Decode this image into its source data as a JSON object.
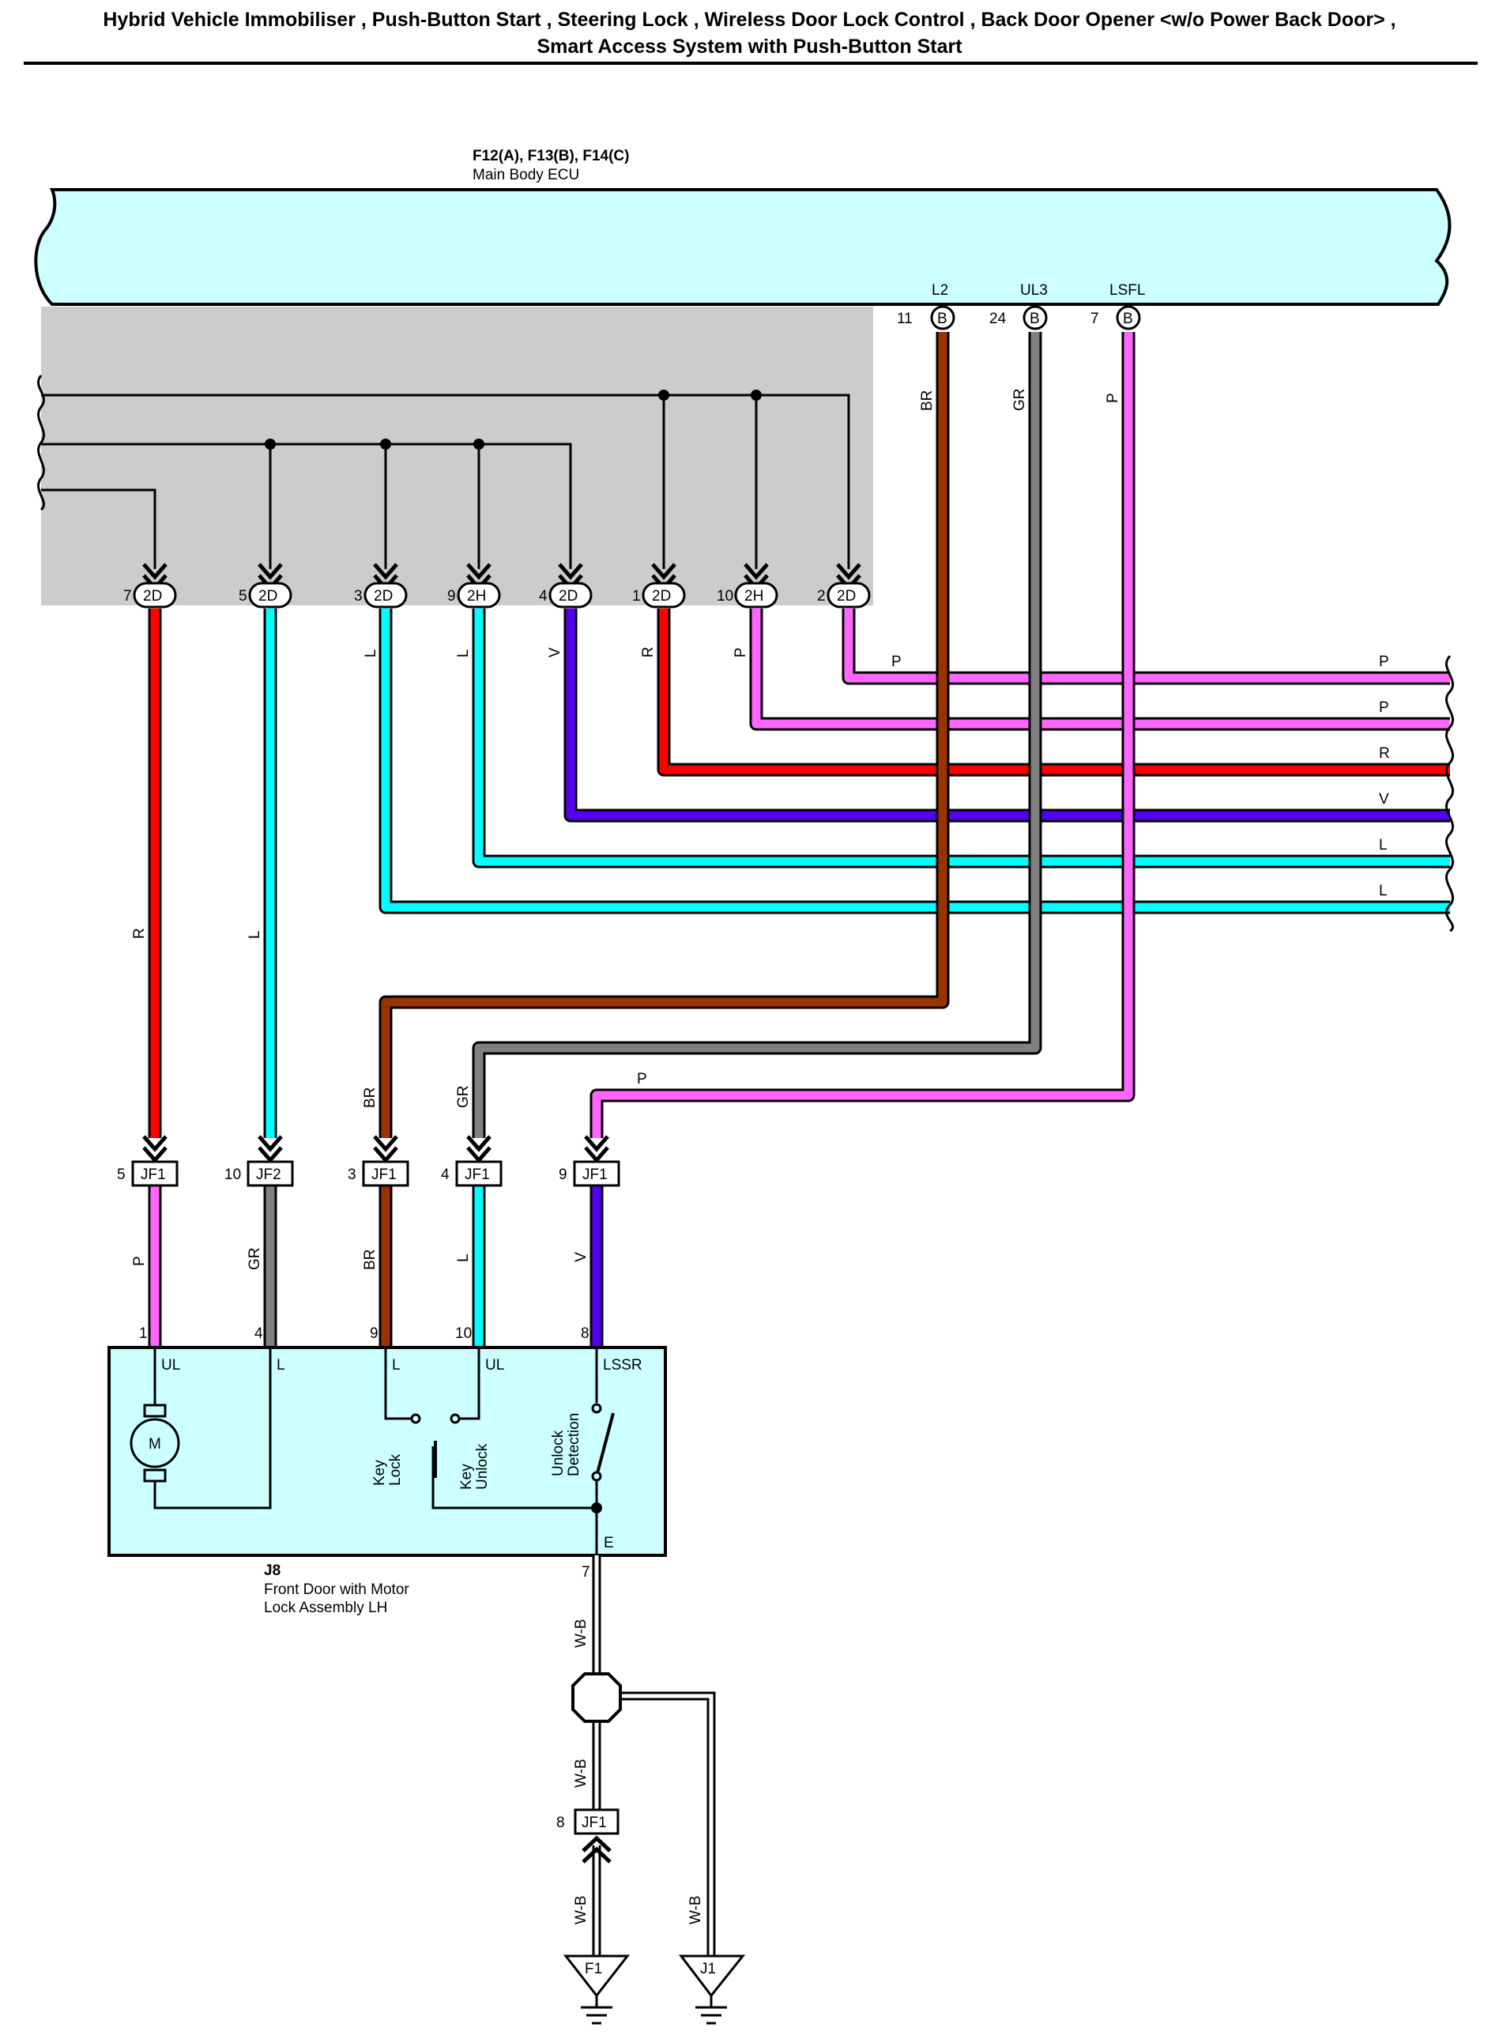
{
  "title": {
    "line1": "Hybrid Vehicle Immobiliser , Push-Button Start , Steering Lock , Wireless Door Lock Control , Back Door Opener <w/o Power Back Door> ,",
    "line2": "Smart Access System with Push-Button Start"
  },
  "ecu": {
    "connectors": "F12(A), F13(B), F14(C)",
    "name": "Main Body ECU",
    "terminals": [
      {
        "pin": "11",
        "connector": "B",
        "name": "L2"
      },
      {
        "pin": "24",
        "connector": "B",
        "name": "UL3"
      },
      {
        "pin": "7",
        "connector": "B",
        "name": "LSFL"
      }
    ]
  },
  "junction_2": [
    {
      "pin": "7",
      "connector": "2D"
    },
    {
      "pin": "5",
      "connector": "2D"
    },
    {
      "pin": "3",
      "connector": "2D"
    },
    {
      "pin": "9",
      "connector": "2H"
    },
    {
      "pin": "4",
      "connector": "2D"
    },
    {
      "pin": "1",
      "connector": "2D"
    },
    {
      "pin": "10",
      "connector": "2H"
    },
    {
      "pin": "2",
      "connector": "2D"
    }
  ],
  "wire_colors": {
    "R": "#ff0000",
    "L": "#00ffff",
    "V": "#5500ee",
    "P": "#ff66ff",
    "BR": "#993300",
    "GR": "#808080",
    "W-B": "#ffffff"
  },
  "wire_labels": {
    "r": "R",
    "l": "L",
    "v": "V",
    "p": "P",
    "br": "BR",
    "gr": "GR",
    "wb": "W-B"
  },
  "junction_jf": [
    {
      "pin": "5",
      "connector": "JF1"
    },
    {
      "pin": "10",
      "connector": "JF2"
    },
    {
      "pin": "3",
      "connector": "JF1"
    },
    {
      "pin": "4",
      "connector": "JF1"
    },
    {
      "pin": "9",
      "connector": "JF1"
    }
  ],
  "door_lock": {
    "connector": "J8",
    "name_line1": "Front Door with Motor",
    "name_line2": "Lock Assembly LH",
    "pins": [
      "1",
      "4",
      "9",
      "10",
      "8"
    ],
    "terminals": [
      "UL",
      "L",
      "L",
      "UL",
      "LSSR"
    ],
    "ground_terminal": "E",
    "ground_pin": "7",
    "motor": "M",
    "key_lock": [
      "Key",
      "Lock"
    ],
    "key_unlock": [
      "Key",
      "Unlock"
    ],
    "unlock_detection": [
      "Unlock",
      "Detection"
    ]
  },
  "ground": {
    "jf1_pin": "8",
    "jf1_connector": "JF1",
    "points": [
      "F1",
      "J1"
    ]
  }
}
